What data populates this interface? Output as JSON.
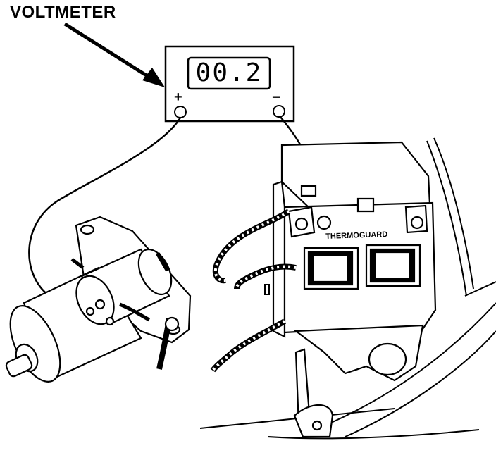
{
  "labels": {
    "voltmeter": "VOLTMETER",
    "reading": "00.2",
    "positive": "+",
    "negative": "−",
    "thermoguard": "THERMOGUARD"
  },
  "colors": {
    "ink": "#000000",
    "paper": "#ffffff"
  }
}
